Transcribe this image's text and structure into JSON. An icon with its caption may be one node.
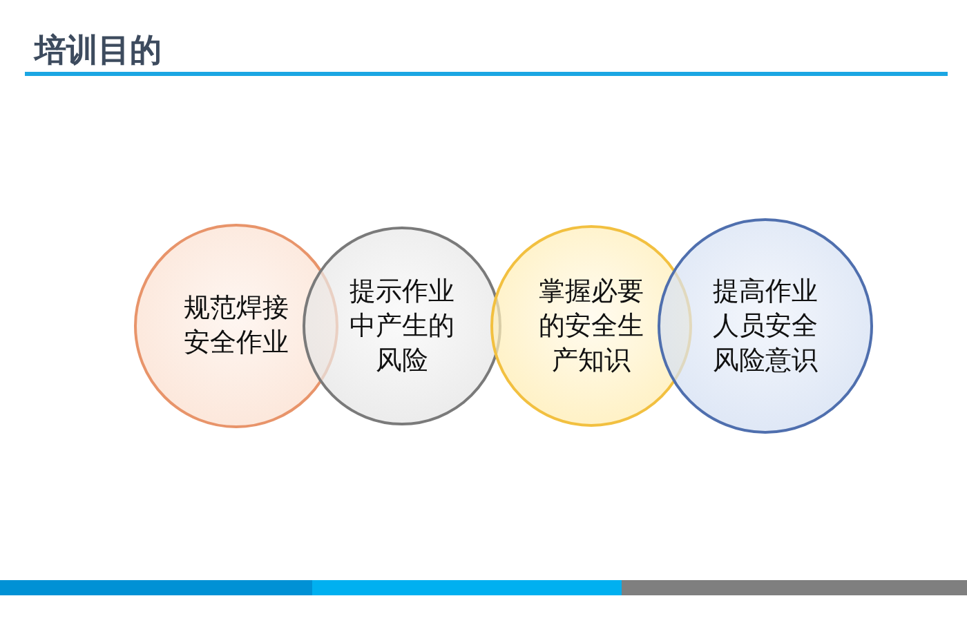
{
  "diagram": {
    "title": "培训目的",
    "nodes": [
      {
        "text": [
          "规范焊接安全作业"
        ]
      },
      {
        "text": [
          "提示作业中产生的风险"
        ]
      },
      {
        "text": [
          "掌握必要的安全生产知识"
        ]
      },
      {
        "text": [
          "提高作业人员安全风险意识"
        ]
      }
    ]
  }
}
